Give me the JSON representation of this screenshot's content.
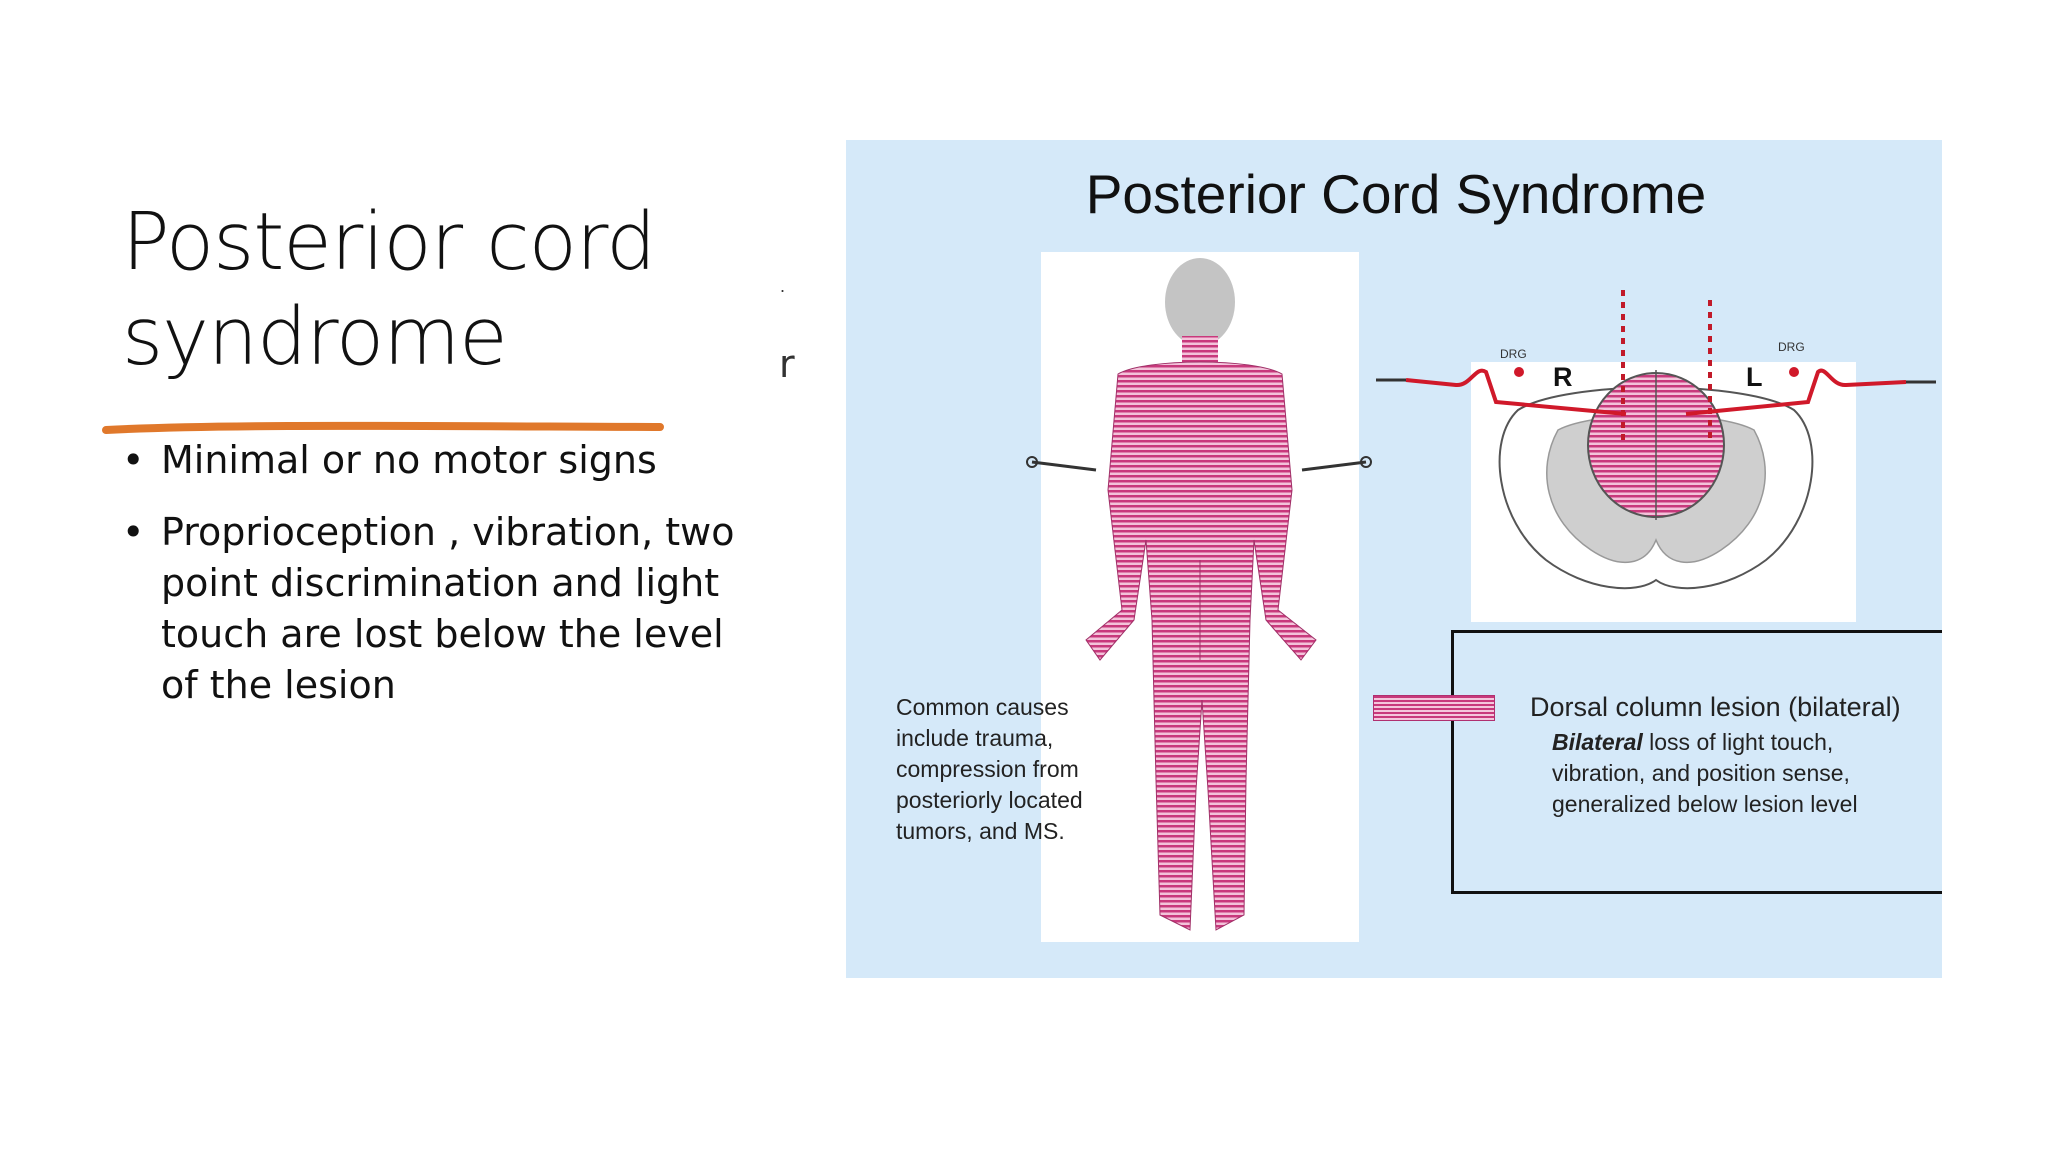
{
  "slide": {
    "title": "Posterior cord syndrome",
    "bullets": [
      "Minimal or no motor signs",
      "Proprioception , vibration, two point discrimination and light touch are lost below the level of the lesion"
    ],
    "stray_marks": [
      ".",
      "r"
    ]
  },
  "figure": {
    "title": "Posterior Cord Syndrome",
    "causes_text": "Common causes include trauma, compression from posteriorly located tumors, and MS.",
    "legend_title": "Dorsal column lesion (bilateral)",
    "legend_emphasis": "Bilateral",
    "legend_rest": " loss of light touch, vibration, and position sense, generalized below lesion level",
    "drg_label": "DRG",
    "right_label": "R",
    "left_label": "L"
  },
  "colors": {
    "figure_background": "#d5e9f9",
    "lesion_stripe": "#c8397c",
    "nerve_red": "#d0192a",
    "underline_orange": "#e0782b"
  }
}
